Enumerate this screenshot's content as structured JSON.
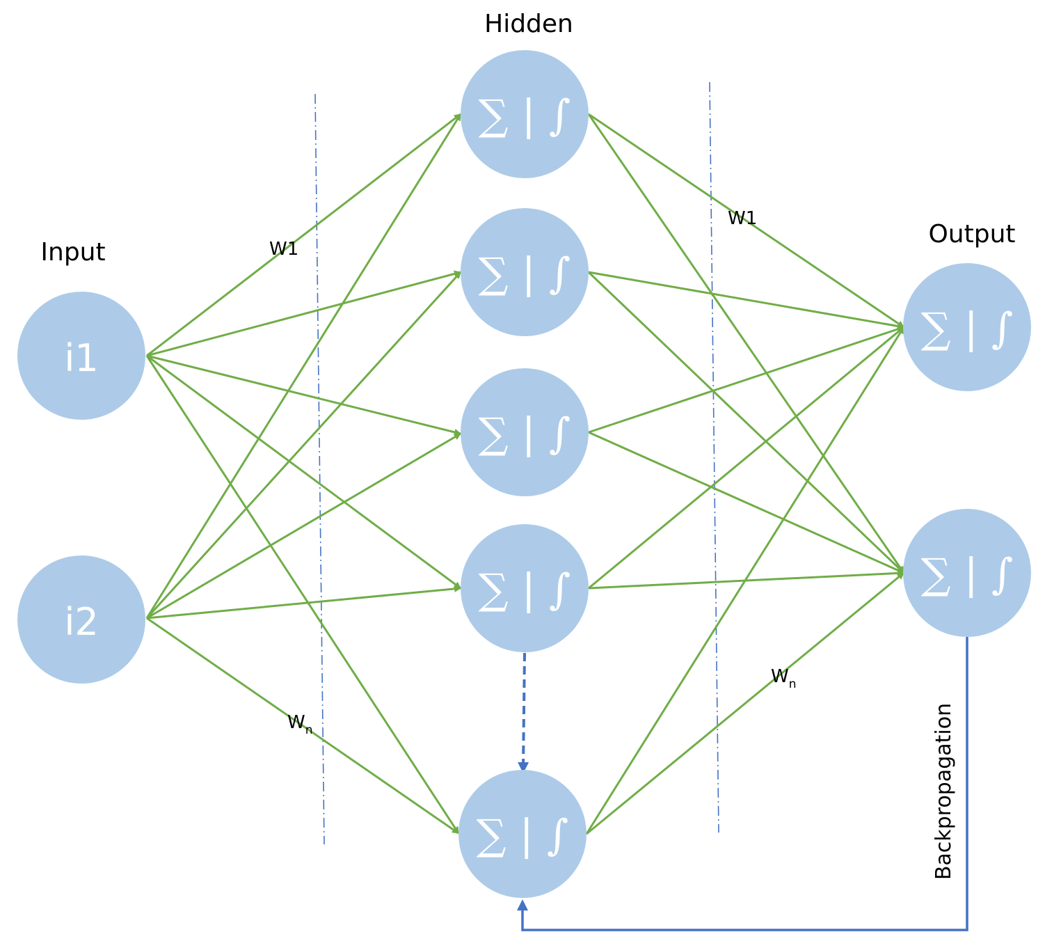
{
  "layers": {
    "input_label": "Input",
    "hidden_label": "Hidden",
    "output_label": "Output"
  },
  "input_nodes": [
    "i1",
    "i2"
  ],
  "neuron_symbol": "∑ | ∫",
  "weights": {
    "input_top": "W1",
    "input_bottom": {
      "base": "W",
      "sub": "n"
    },
    "output_top": "W1",
    "output_bottom": {
      "base": "W",
      "sub": "n"
    }
  },
  "backpropagation_label": "Backpropagation",
  "colors": {
    "node_fill": "#adcbe8",
    "edge": "#70ad47",
    "backprop": "#4472c4",
    "divider": "#4472c4"
  }
}
